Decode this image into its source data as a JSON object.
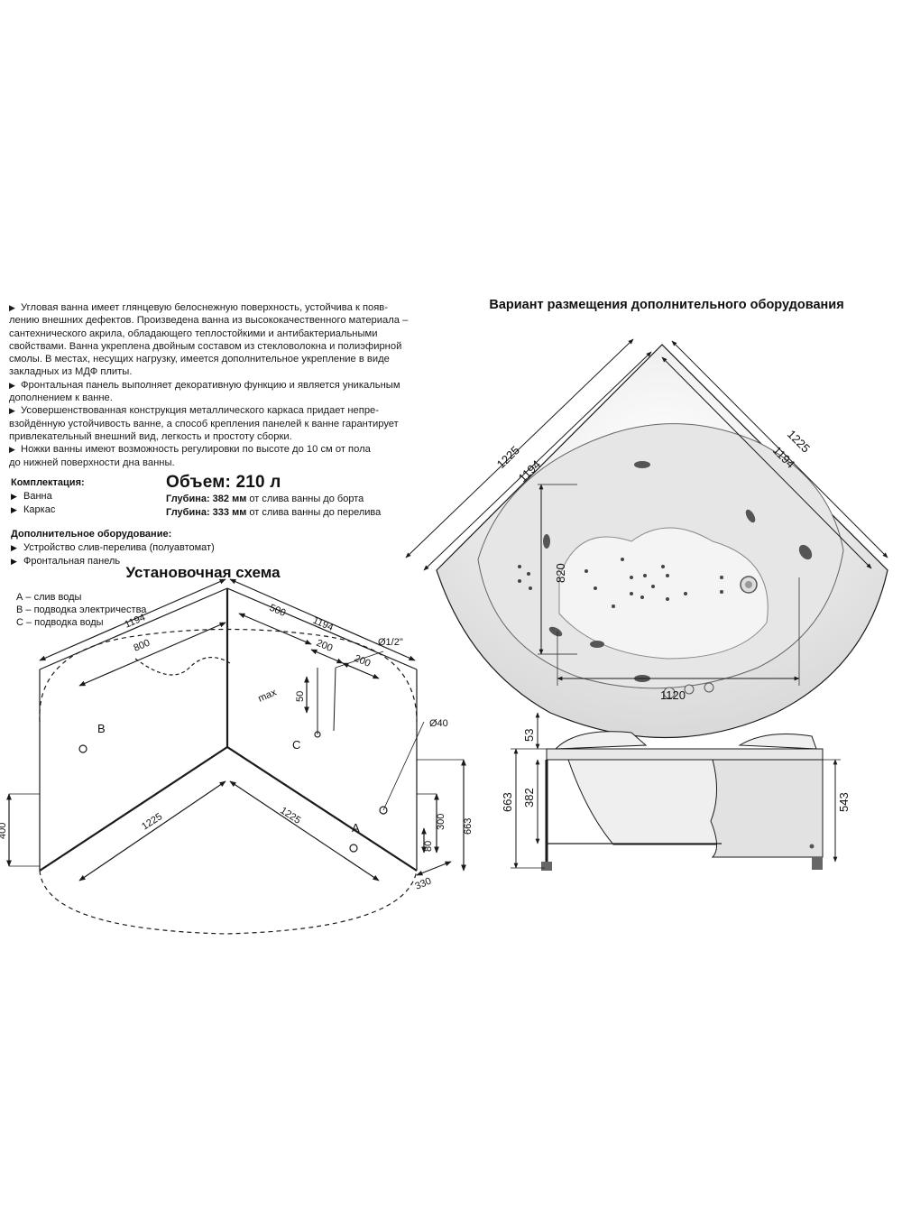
{
  "description": [
    "Угловая ванна имеет глянцевую белоснежную поверхность, устойчива к появ-",
    "лению внешних дефектов. Произведена ванна из высококачественного материала –",
    "сантехнического акрила, обладающего теплостойкими и антибактериальными",
    "свойствами. Ванна укреплена двойным составом из стекловолокна и полиэфирной",
    "смолы. В местах, несущих нагрузку, имеется дополнительное укрепление в виде",
    "закладных из МДФ плиты.",
    "Фронтальная панель выполняет декоративную функцию и является уникальным",
    "дополнением к ванне.",
    "Усовершенствованная конструкция металлического каркаса придает непре-",
    "взойдённую устойчивость ванне, а способ крепления панелей к ванне гарантирует",
    "привлекательный внешний вид, легкость и простоту сборки.",
    "Ножки ванны имеют возможность регулировки по высоте до 10 см от пола",
    "до нижней поверхности дна ванны."
  ],
  "bullet": "▶",
  "kit": {
    "heading": "Комплектация:",
    "items": [
      "Ванна",
      "Каркас"
    ]
  },
  "volume": {
    "title": "Объем: 210 л",
    "depth1_label": "Глубина: 382 мм",
    "depth1_text": " от слива ванны до борта",
    "depth2_label": "Глубина: 333 мм",
    "depth2_text": " от слива ванны до перелива"
  },
  "extra": {
    "heading": "Дополнительное оборудование:",
    "items": [
      "Устройство слив-перелива (полуавтомат)",
      "Фронтальная панель"
    ]
  },
  "schema": {
    "title": "Установочная схема",
    "legend": [
      "А – слив воды",
      "В – подводка электричества",
      "С – подводка воды"
    ],
    "dims": {
      "d1194a": "1194",
      "d800": "800",
      "d500": "500",
      "d1194b": "1194",
      "d200a": "200",
      "d200b": "200",
      "dmax": "max",
      "d50": "50",
      "dpipe": "Ø1/2\"",
      "d40": "Ø40",
      "d400": "400",
      "d1225a": "1225",
      "d1225b": "1225",
      "d300": "300",
      "d80": "80",
      "d663": "663",
      "d330": "330"
    },
    "marks": {
      "a": "А",
      "b": "B",
      "c": "C"
    }
  },
  "top_view": {
    "title": "Вариант размещения дополнительного оборудования",
    "dims": {
      "l1225": "1225",
      "l1194": "1194",
      "r1225": "1225",
      "r1194": "1194",
      "d820": "820",
      "d1120": "1120"
    }
  },
  "side_view": {
    "dims": {
      "d53": "53",
      "d663": "663",
      "d382": "382",
      "d543": "543"
    }
  },
  "colors": {
    "line": "#1a1a1a",
    "tub_fill": "#f2f2f2",
    "tub_shade": "#dcdcdc",
    "jet": "#555555"
  }
}
